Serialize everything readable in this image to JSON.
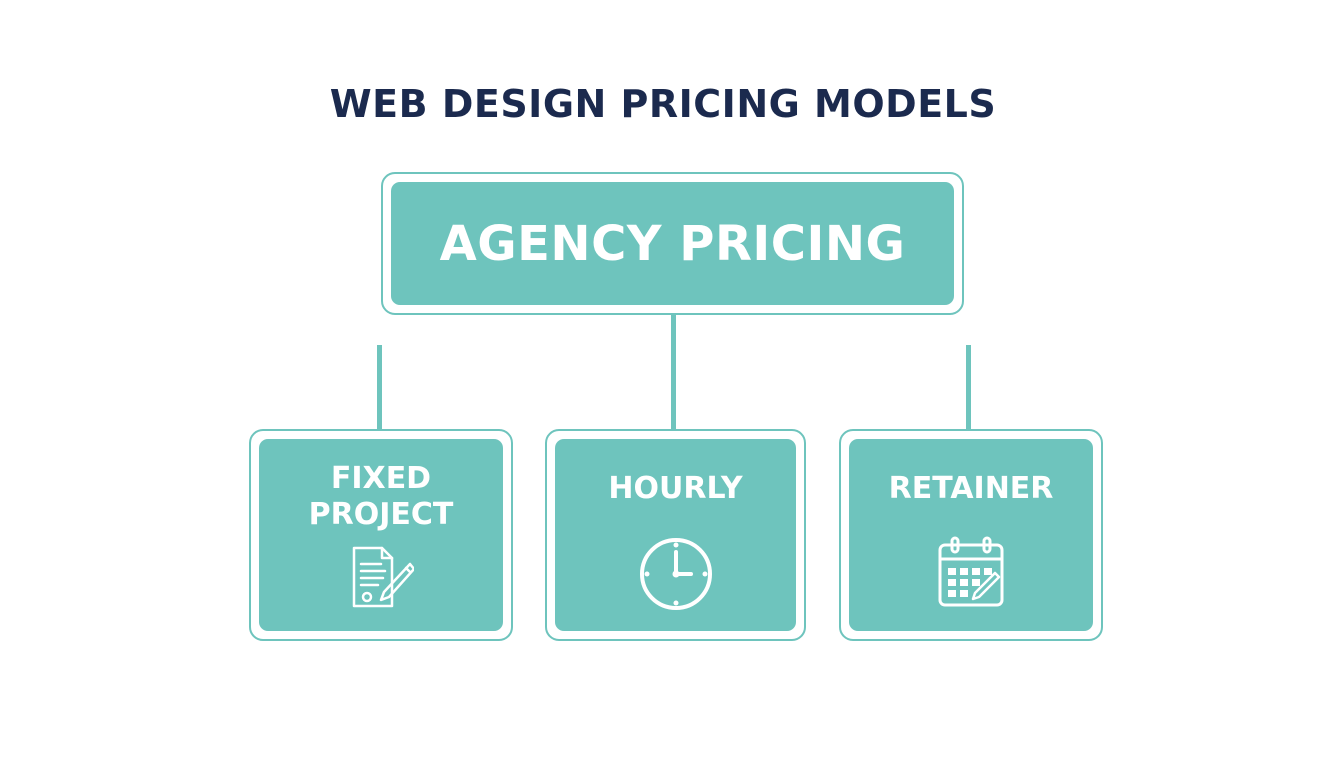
{
  "title": "WEB DESIGN PRICING MODELS",
  "root": {
    "label": "AGENCY PRICING"
  },
  "children": [
    {
      "label": "FIXED PROJECT",
      "icon": "document-pen-icon"
    },
    {
      "label": "HOURLY",
      "icon": "clock-icon"
    },
    {
      "label": "RETAINER",
      "icon": "calendar-icon"
    }
  ],
  "colors": {
    "title": "#1b2a4e",
    "node_fill": "#6ec4bd",
    "node_text": "#ffffff",
    "background": "#ffffff"
  }
}
